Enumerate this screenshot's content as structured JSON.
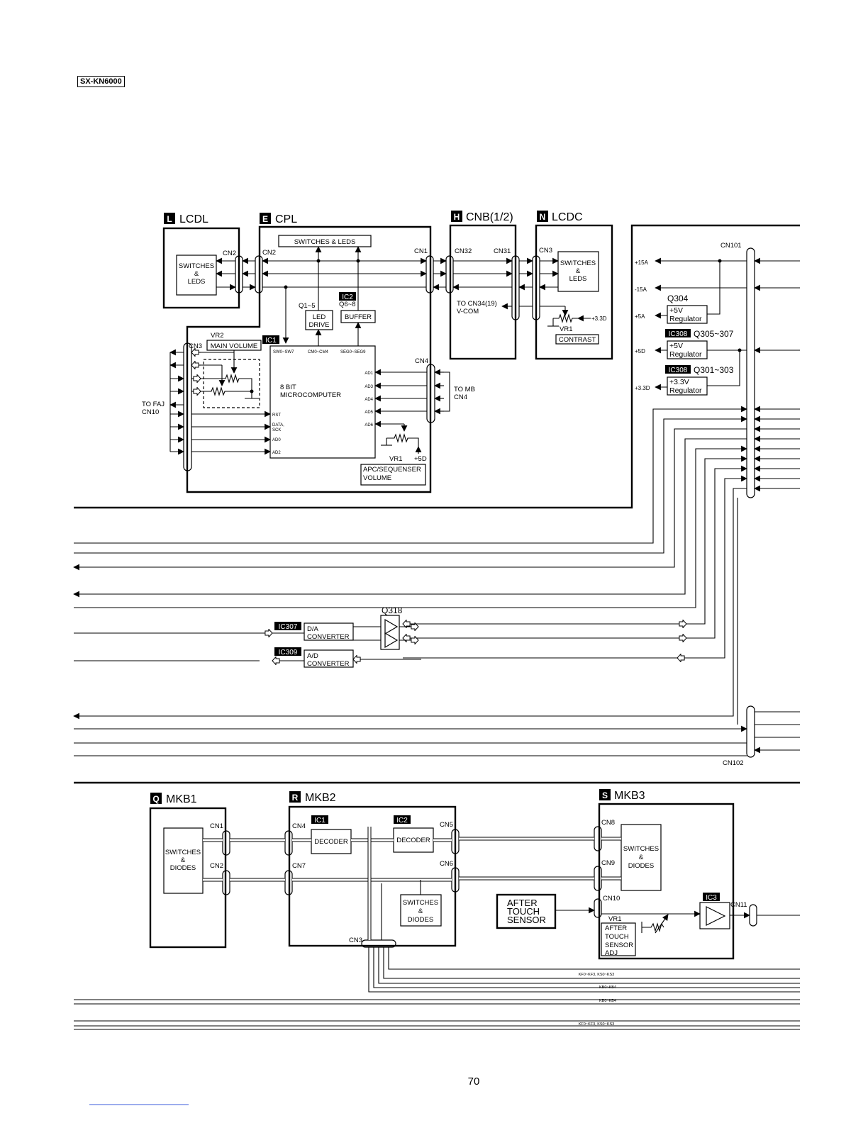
{
  "model": "SX-KN6000",
  "page_number": "70",
  "boards": {
    "L": {
      "letter": "L",
      "name": "LCDL"
    },
    "E": {
      "letter": "E",
      "name": "CPL"
    },
    "H": {
      "letter": "H",
      "name": "CNB(1/2)"
    },
    "N": {
      "letter": "N",
      "name": "LCDC"
    },
    "Q": {
      "letter": "Q",
      "name": "MKB1"
    },
    "R": {
      "letter": "R",
      "name": "MKB2"
    },
    "S": {
      "letter": "S",
      "name": "MKB3"
    }
  },
  "lcdl": {
    "cn2": "CN2",
    "block": [
      "SWITCHES",
      "&",
      "LEDS"
    ]
  },
  "cpl": {
    "cn2": "CN2",
    "cn1": "CN1",
    "cn3": "CN3",
    "cn4": "CN4",
    "switches_leds": "SWITCHES & LEDS",
    "q1_5": "Q1~5",
    "led_drive": [
      "LED",
      "DRIVE"
    ],
    "ic2": "IC2",
    "q6_8": "Q6~8",
    "buffer": "BUFFER",
    "vr2": "VR2",
    "main_volume": "MAIN VOLUME",
    "ic1": "IC1",
    "pins_top": [
      "SW0~SW7",
      "CM0~CM4",
      "SEG0~SEG9"
    ],
    "micro": [
      "8 BIT",
      "MICROCOMPUTER"
    ],
    "pins_left": [
      "RST",
      "DATA,",
      "SCK",
      "AD0",
      "AD2"
    ],
    "pins_right": [
      "AD1",
      "AD3",
      "AD4",
      "AD5",
      "AD6"
    ],
    "to_faj": [
      "TO FAJ",
      "CN10"
    ],
    "to_mb": [
      "TO MB",
      "CN4"
    ],
    "vr1": "VR1",
    "plus5d": "+5D",
    "apc": [
      "APC/SEQUENSER",
      "VOLUME"
    ]
  },
  "cnb": {
    "cn32": "CN32",
    "cn31": "CN31",
    "to_cn34": [
      "TO CN34(19)",
      "V-COM"
    ]
  },
  "lcdc": {
    "cn3": "CN3",
    "block": [
      "SWITCHES",
      "&",
      "LEDS"
    ],
    "v33d": "+3.3D",
    "vr1": "VR1",
    "contrast": "CONTRAST"
  },
  "power": {
    "cn101": "CN101",
    "cn102": "CN102",
    "p15a": "+15A",
    "m15a": "-15A",
    "p5a": "+5A",
    "p5d": "+5D",
    "p33d": "+3.3D",
    "q304": "Q304",
    "ic308a": "IC308",
    "q305_307": "Q305~307",
    "ic308b": "IC308",
    "q301_303": "Q301~303",
    "reg5a": [
      "+5V",
      "Regulator"
    ],
    "reg5d": [
      "+5V",
      "Regulator"
    ],
    "reg33": [
      "+3.3V",
      "Regulator"
    ]
  },
  "converters": {
    "ic307": "IC307",
    "da": [
      "D/A",
      "CONVERTER"
    ],
    "ic309": "IC309",
    "ad": [
      "A/D",
      "CONVERTER"
    ],
    "q318": "Q318"
  },
  "mkb1": {
    "cn1": "CN1",
    "cn2": "CN2",
    "block": [
      "SWITCHES",
      "&",
      "DIODES"
    ]
  },
  "mkb2": {
    "cn4": "CN4",
    "cn7": "CN7",
    "cn5": "CN5",
    "cn6": "CN6",
    "cn3": "CN3",
    "ic1": "IC1",
    "ic2": "IC2",
    "decoder1": "DECODER",
    "decoder2": "DECODER",
    "block": [
      "SWITCHES",
      "&",
      "DIODES"
    ]
  },
  "after_touch": [
    "AFTER",
    "TOUCH",
    "SENSOR"
  ],
  "mkb3": {
    "cn8": "CN8",
    "cn9": "CN9",
    "cn10": "CN10",
    "cn11": "CN11",
    "block": [
      "SWITCHES",
      "&",
      "DIODES"
    ],
    "ic3": "IC3",
    "vr1": "VR1",
    "adj": [
      "AFTER",
      "TOUCH",
      "SENSOR",
      "ADJ"
    ]
  },
  "bus_labels": [
    "KF0~KF3, KS0~KS3",
    "KB0~KB4",
    "KB0~KB4",
    "KF0~KF3, KS0~KS3"
  ]
}
